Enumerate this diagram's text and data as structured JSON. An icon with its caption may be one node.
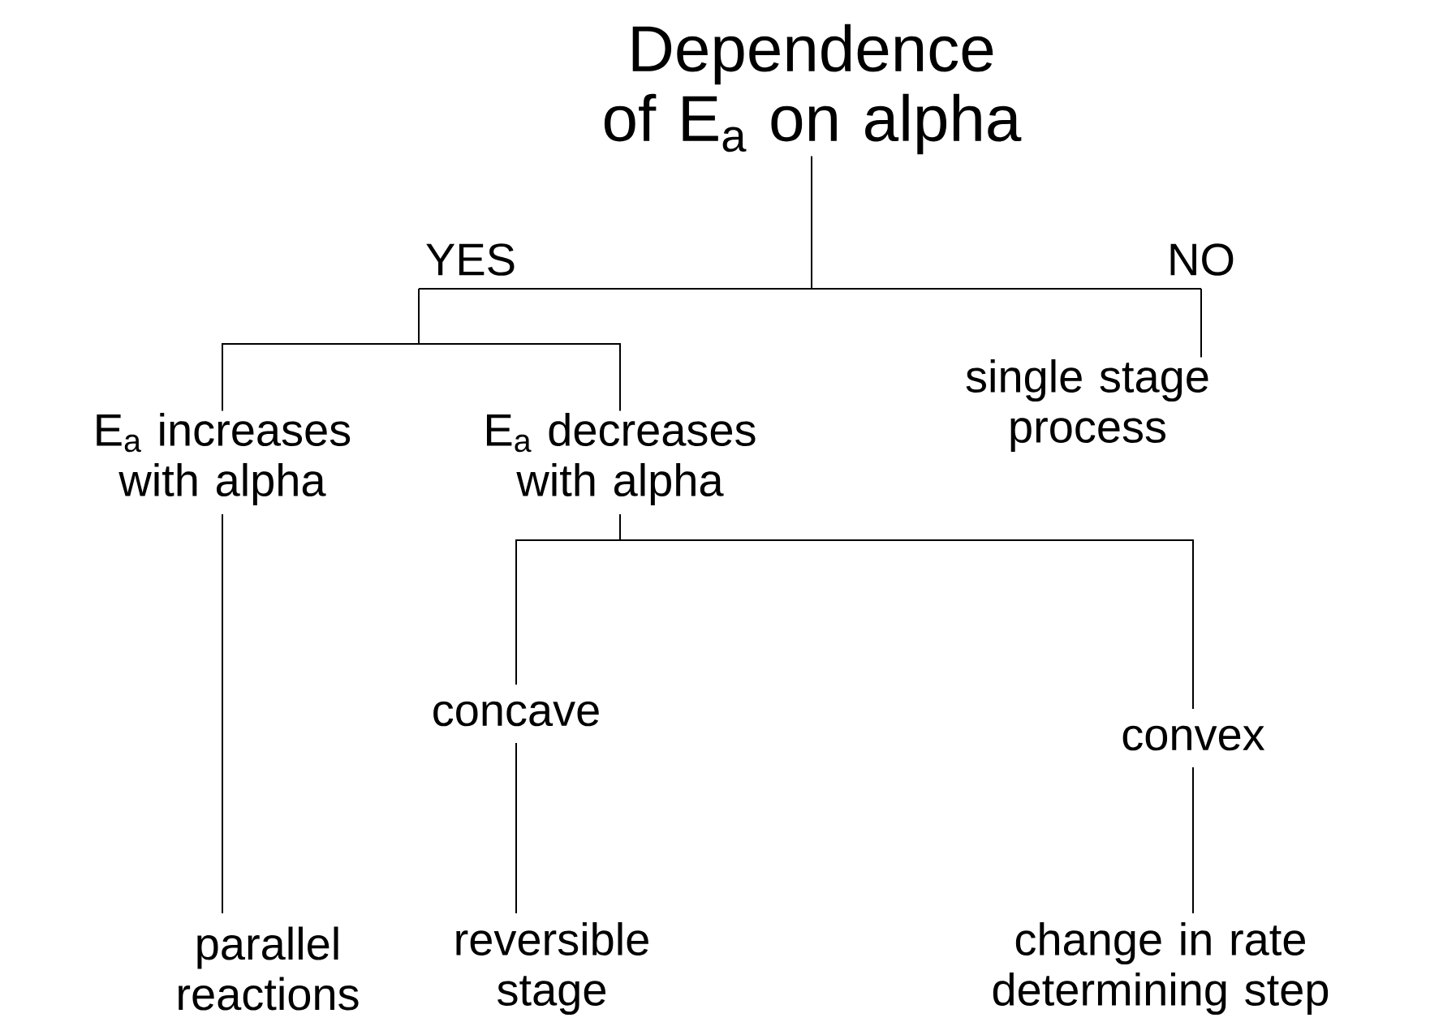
{
  "diagram": {
    "nodes": [
      {
        "text": [
          "Dependence of E$_{a}$ on alpha"
        ]
      },
      {
        "text": [
          "YES"
        ]
      },
      {
        "text": [
          "NO"
        ]
      },
      {
        "text": [
          "E$_{a}$ increases with alpha"
        ]
      },
      {
        "text": [
          "E$_{a}$ decreases with alpha"
        ]
      },
      {
        "text": [
          "single stage process"
        ]
      },
      {
        "text": [
          "concave"
        ]
      },
      {
        "text": [
          "convex"
        ]
      },
      {
        "text": [
          "parallel reactions"
        ]
      },
      {
        "text": [
          "reversible stage"
        ]
      },
      {
        "text": [
          "change in rate determining step"
        ]
      }
    ],
    "edges": [
      {
        "from": 0,
        "to": 1,
        "arrow": "none"
      },
      {
        "from": 0,
        "to": 2,
        "arrow": "none"
      },
      {
        "from": 1,
        "to": 3,
        "arrow": "none"
      },
      {
        "from": 1,
        "to": 4,
        "arrow": "none"
      },
      {
        "from": 2,
        "to": 5,
        "arrow": "none"
      },
      {
        "from": 4,
        "to": 6,
        "arrow": "none"
      },
      {
        "from": 4,
        "to": 7,
        "arrow": "none"
      },
      {
        "from": 3,
        "to": 8,
        "arrow": "none"
      },
      {
        "from": 6,
        "to": 9,
        "arrow": "none"
      },
      {
        "from": 7,
        "to": 10,
        "arrow": "none"
      }
    ]
  }
}
